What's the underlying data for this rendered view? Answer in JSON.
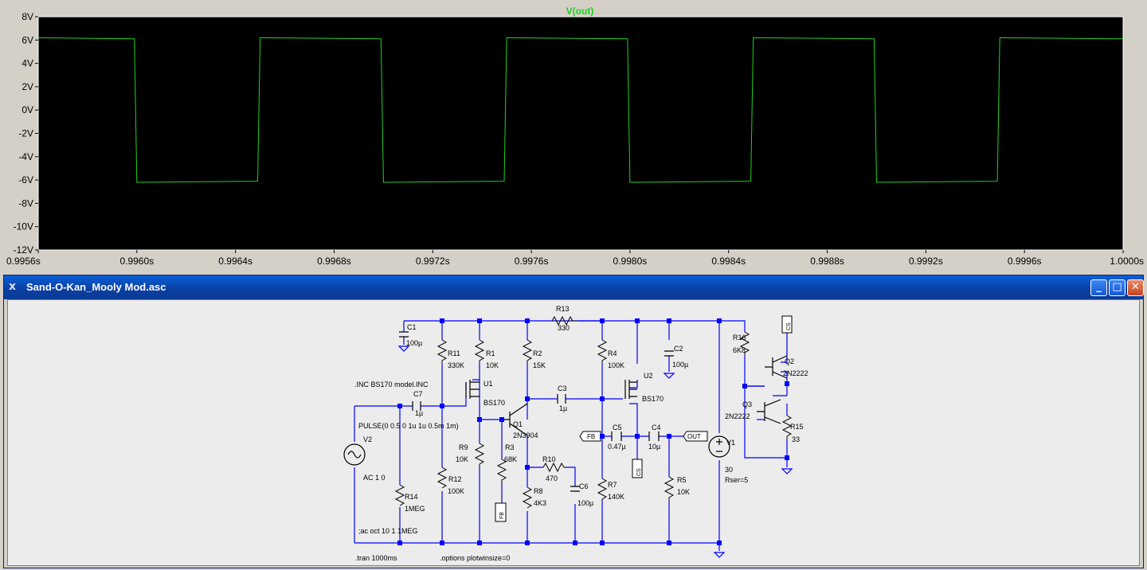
{
  "plot": {
    "trace_label": "V(out)",
    "trace_color": "#22d022",
    "background_color": "#000000",
    "tick_color": "#ffffff",
    "axis_color": "#ffffff"
  },
  "chart_data": {
    "type": "line",
    "title": "V(out)",
    "xlabel": "",
    "ylabel": "",
    "xlim": [
      0.9956,
      1.0
    ],
    "ylim": [
      -12,
      8
    ],
    "grid": false,
    "x_ticks": [
      "0.9956s",
      "0.9960s",
      "0.9964s",
      "0.9968s",
      "0.9972s",
      "0.9976s",
      "0.9980s",
      "0.9984s",
      "0.9988s",
      "0.9992s",
      "0.9996s",
      "1.0000s"
    ],
    "y_ticks": [
      "8V",
      "6V",
      "4V",
      "2V",
      "0V",
      "-2V",
      "-4V",
      "-6V",
      "-8V",
      "-10V",
      "-12V"
    ],
    "series": [
      {
        "name": "V(out)",
        "x": [
          0.9956,
          0.99599,
          0.996,
          0.99649,
          0.9965,
          0.99699,
          0.997,
          0.99749,
          0.9975,
          0.99799,
          0.998,
          0.99849,
          0.9985,
          0.99899,
          0.999,
          0.99949,
          0.9995,
          0.99999,
          1.0
        ],
        "y": [
          6.2,
          6.1,
          -6.2,
          -6.1,
          6.2,
          6.1,
          -6.2,
          -6.1,
          6.2,
          6.1,
          -6.2,
          -6.1,
          6.2,
          6.1,
          -6.2,
          -6.1,
          6.2,
          6.1,
          6.1
        ]
      }
    ]
  },
  "window": {
    "title": "Sand-O-Kan_Mooly Mod.asc",
    "icon": "ltspice-icon",
    "minimize": "_",
    "maximize": "□",
    "close": "✕"
  },
  "schematic": {
    "wire_color": "#0000ff",
    "labels": {
      "r13": "R13",
      "r13v": "330",
      "c1": "C1",
      "c1v": "100µ",
      "r11": "R11",
      "r11v": "330K",
      "r1": "R1",
      "r1v": "10K",
      "r2": "R2",
      "r2v": "15K",
      "r4": "R4",
      "r4v": "100K",
      "c2": "C2",
      "c2v": "100µ",
      "r16": "R16",
      "r16v": "6K8",
      "q2": "Q2",
      "q2v": "2N2222",
      "q3": "Q3",
      "q3v": "2N2222",
      "r15": "R15",
      "r15v": "33",
      "u1": "U1",
      "u1v": "BS170",
      "u2": "U2",
      "u2v": "BS170",
      "inc": ".INC BS170 model.INC",
      "c7": "C7",
      "c7v": "1µ",
      "c3": "C3",
      "c3v": "1µ",
      "pulse": "PULSE(0 0.5 0 1u 1u 0.5m 1m)",
      "v2": "V2",
      "q1": "Q1",
      "q1v": "2N3904",
      "r9": "R9",
      "r9v": "10K",
      "r3": "R3",
      "r3v": "68K",
      "r10": "R10",
      "r10v": "470",
      "c5": "C5",
      "c5v": "0.47µ",
      "c4": "C4",
      "c4v": "10µ",
      "out": "OUT",
      "fb": "FB",
      "cs": "CS",
      "v1": "V1",
      "v1v": "30",
      "v1r": "Rser=5",
      "ac": "AC 1 0",
      "r14": "R14",
      "r14v": "1MEG",
      "r12": "R12",
      "r12v": "100K",
      "r8": "R8",
      "r8v": "4K3",
      "c6": "C6",
      "c6v": "100µ",
      "r7": "R7",
      "r7v": "140K",
      "r5": "R5",
      "r5v": "10K",
      "acoct": ";ac oct 10 1 1MEG",
      "tran": ".tran 1000ms",
      "options": ".options plotwinsize=0"
    }
  }
}
